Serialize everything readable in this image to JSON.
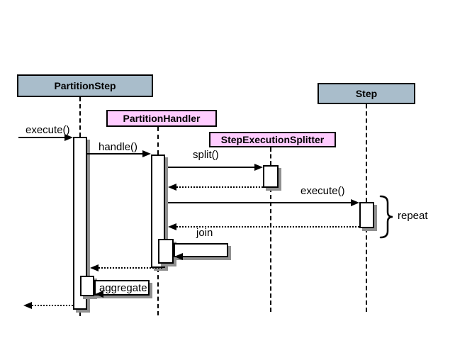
{
  "diagram": {
    "type": "uml-sequence-diagram",
    "colors": {
      "participant_blue": "#a9bdcb",
      "participant_pink": "#ffccff",
      "activation_fill": "#ffffff",
      "line": "#000000",
      "shadow": "#909090",
      "background": "#ffffff"
    },
    "participants": [
      {
        "name": "PartitionStep"
      },
      {
        "name": "PartitionHandler"
      },
      {
        "name": "StepExecutionSplitter"
      },
      {
        "name": "Step"
      }
    ],
    "messages": [
      {
        "label": "execute()",
        "from": "client",
        "to": "PartitionStep",
        "kind": "call"
      },
      {
        "label": "handle()",
        "from": "PartitionStep",
        "to": "PartitionHandler",
        "kind": "call"
      },
      {
        "label": "split()",
        "from": "PartitionHandler",
        "to": "StepExecutionSplitter",
        "kind": "call"
      },
      {
        "label": "",
        "from": "StepExecutionSplitter",
        "to": "PartitionHandler",
        "kind": "return"
      },
      {
        "label": "execute()",
        "from": "PartitionHandler",
        "to": "Step",
        "kind": "call"
      },
      {
        "label": "",
        "from": "Step",
        "to": "PartitionHandler",
        "kind": "return"
      },
      {
        "label": "join",
        "from": "PartitionHandler",
        "to": "PartitionHandler",
        "kind": "self"
      },
      {
        "label": "",
        "from": "PartitionHandler",
        "to": "PartitionStep",
        "kind": "return"
      },
      {
        "label": "aggregate",
        "from": "PartitionStep",
        "to": "PartitionStep",
        "kind": "self"
      },
      {
        "label": "",
        "from": "PartitionStep",
        "to": "client",
        "kind": "return"
      }
    ],
    "annotations": [
      {
        "label": "repeat",
        "attached_to": "execute()-call-on-Step"
      }
    ]
  }
}
